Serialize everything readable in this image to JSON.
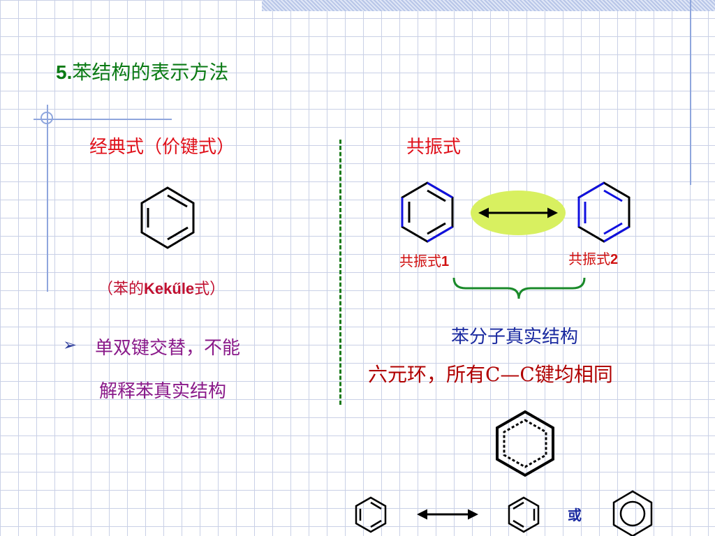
{
  "title": {
    "number": "5.",
    "text": "苯结构的表示方法"
  },
  "left": {
    "heading": "经典式（价键式）",
    "caption_prefix": "（苯的",
    "caption_bold": "Kekűle",
    "caption_suffix": "式）",
    "bullet_line1": "单双键交替，不能",
    "bullet_line2": "解释苯真实结构"
  },
  "right": {
    "heading": "共振式",
    "resonance1_text": "共振式",
    "resonance1_num": "1",
    "resonance2_text": "共振式",
    "resonance2_num": "2",
    "real_structure": "苯分子真实结构",
    "ring_description": "六元环，所有C—C键均相同",
    "or_label": "或"
  },
  "colors": {
    "title": "#0a7a14",
    "heading": "#e0101a",
    "double_bond_blue": "#1010e0",
    "arrow_highlight": "#d8f060",
    "divider": "#1a7a1a"
  },
  "icons": {
    "bullet": "right-arrowhead-icon"
  }
}
